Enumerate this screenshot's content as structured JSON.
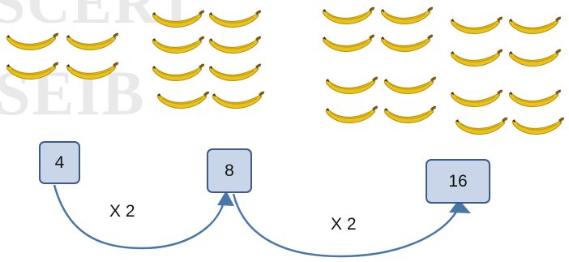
{
  "watermark": {
    "top": "SCERT",
    "bottom": "SEIB"
  },
  "banana_groups": [
    {
      "name": "group-1",
      "count": 4
    },
    {
      "name": "group-2",
      "count": 8
    },
    {
      "name": "group-3",
      "count": 16
    }
  ],
  "number_boxes": [
    {
      "label": "4"
    },
    {
      "label": "8"
    },
    {
      "label": "16"
    }
  ],
  "operations": [
    {
      "label": "X 2"
    },
    {
      "label": "X 2"
    }
  ],
  "colors": {
    "box_fill": "#c9d6ea",
    "box_stroke": "#3d5a8a",
    "arrow": "#4a76a8",
    "banana_body": "#e9c21a",
    "banana_shadow": "#b98f08",
    "banana_tip": "#3b2a10"
  }
}
